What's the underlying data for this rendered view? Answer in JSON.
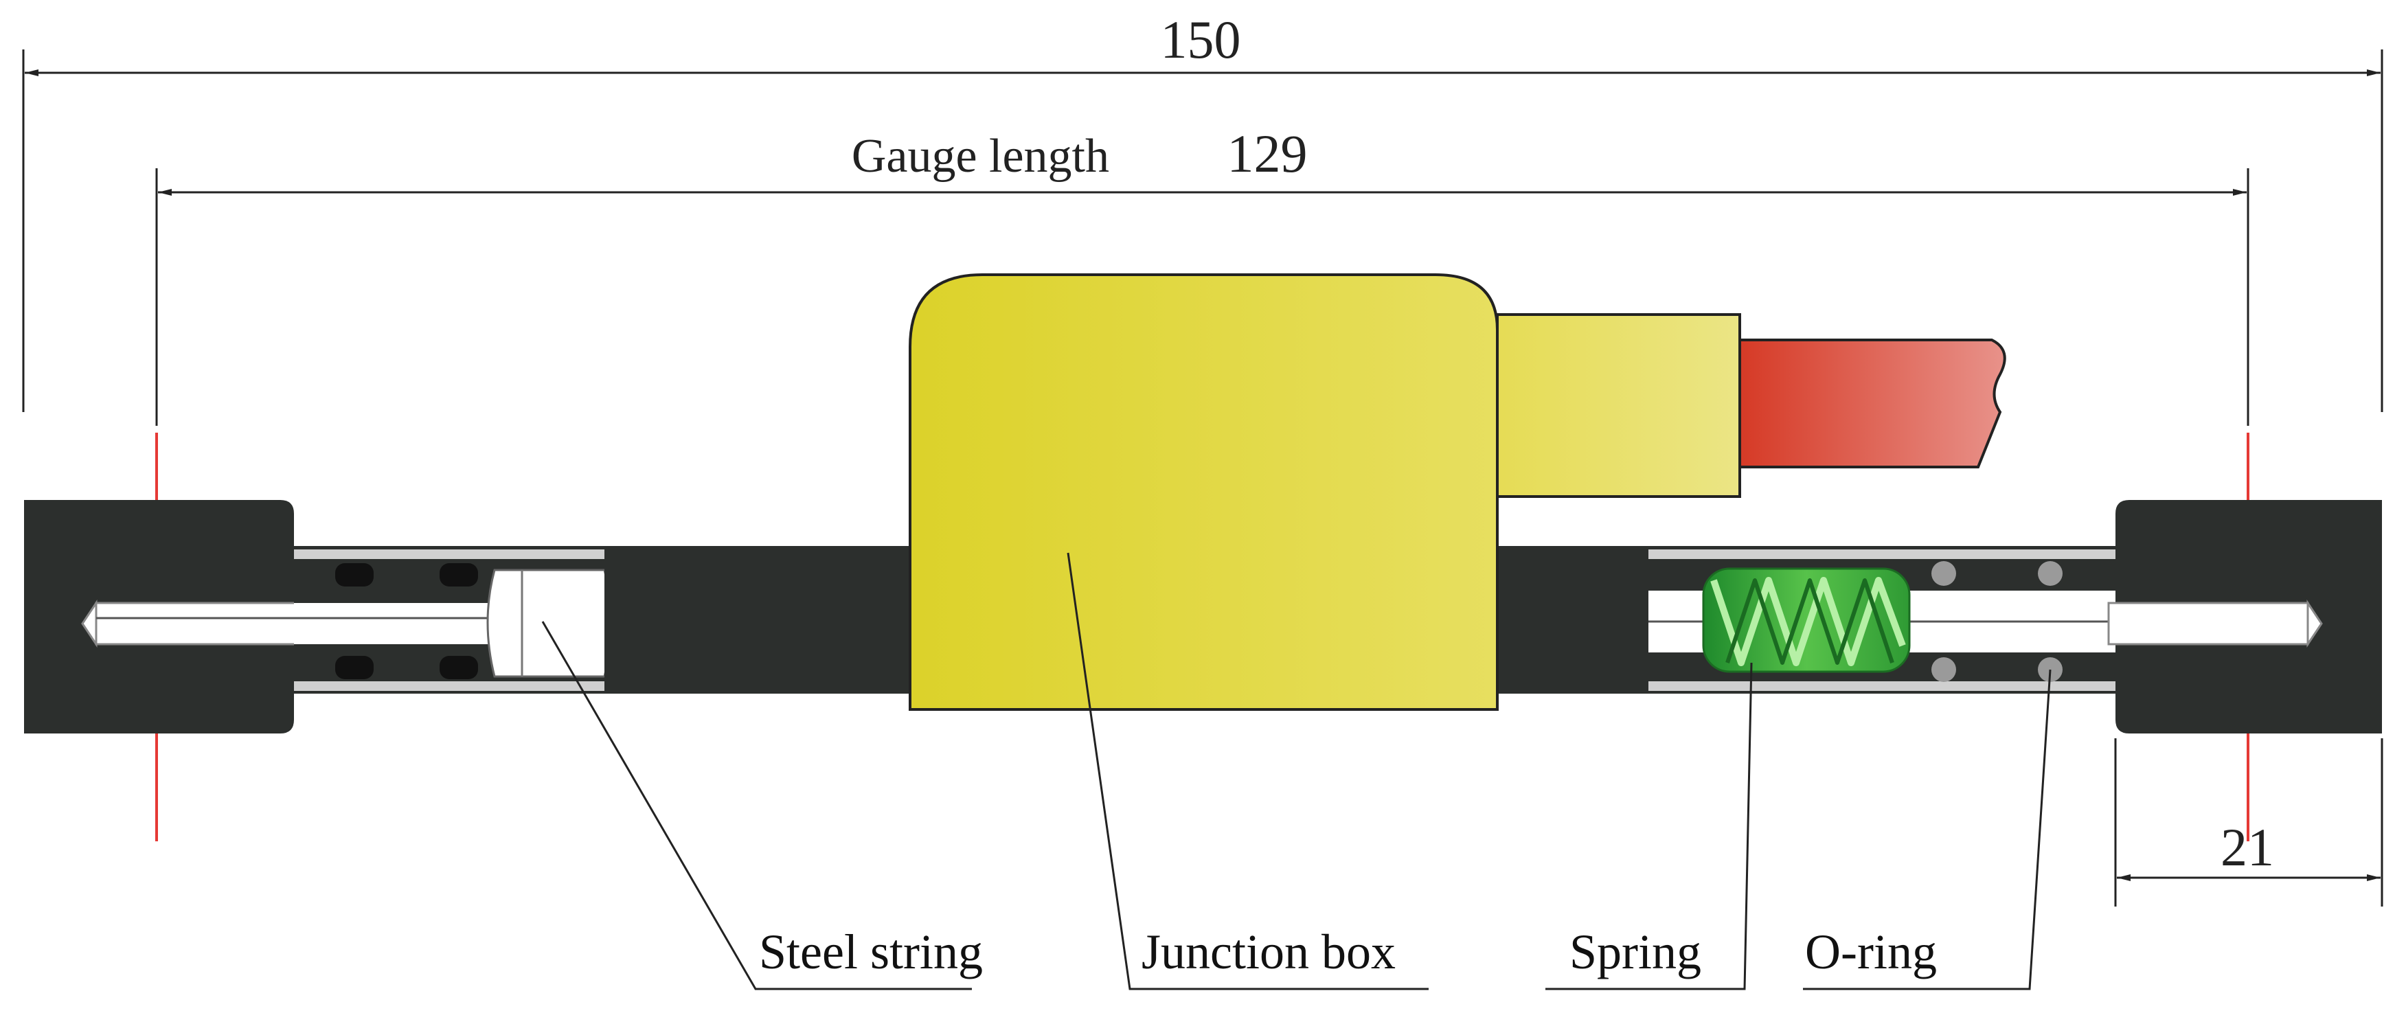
{
  "dimensions": {
    "overall_value": "150",
    "gauge_label": "Gauge length",
    "gauge_value": "129",
    "end_value": "21"
  },
  "labels": {
    "steel_string": "Steel string",
    "junction_box": "Junction box",
    "spring": "Spring",
    "o_ring": "O-ring"
  },
  "colors": {
    "body_dark": "#2c2f2d",
    "junction_box": "#dfd52e",
    "connector": "#e6e070",
    "cable": "#d9402c",
    "spring": "#3fae3d",
    "centerline": "#e53935",
    "dimension_line": "#222222"
  }
}
